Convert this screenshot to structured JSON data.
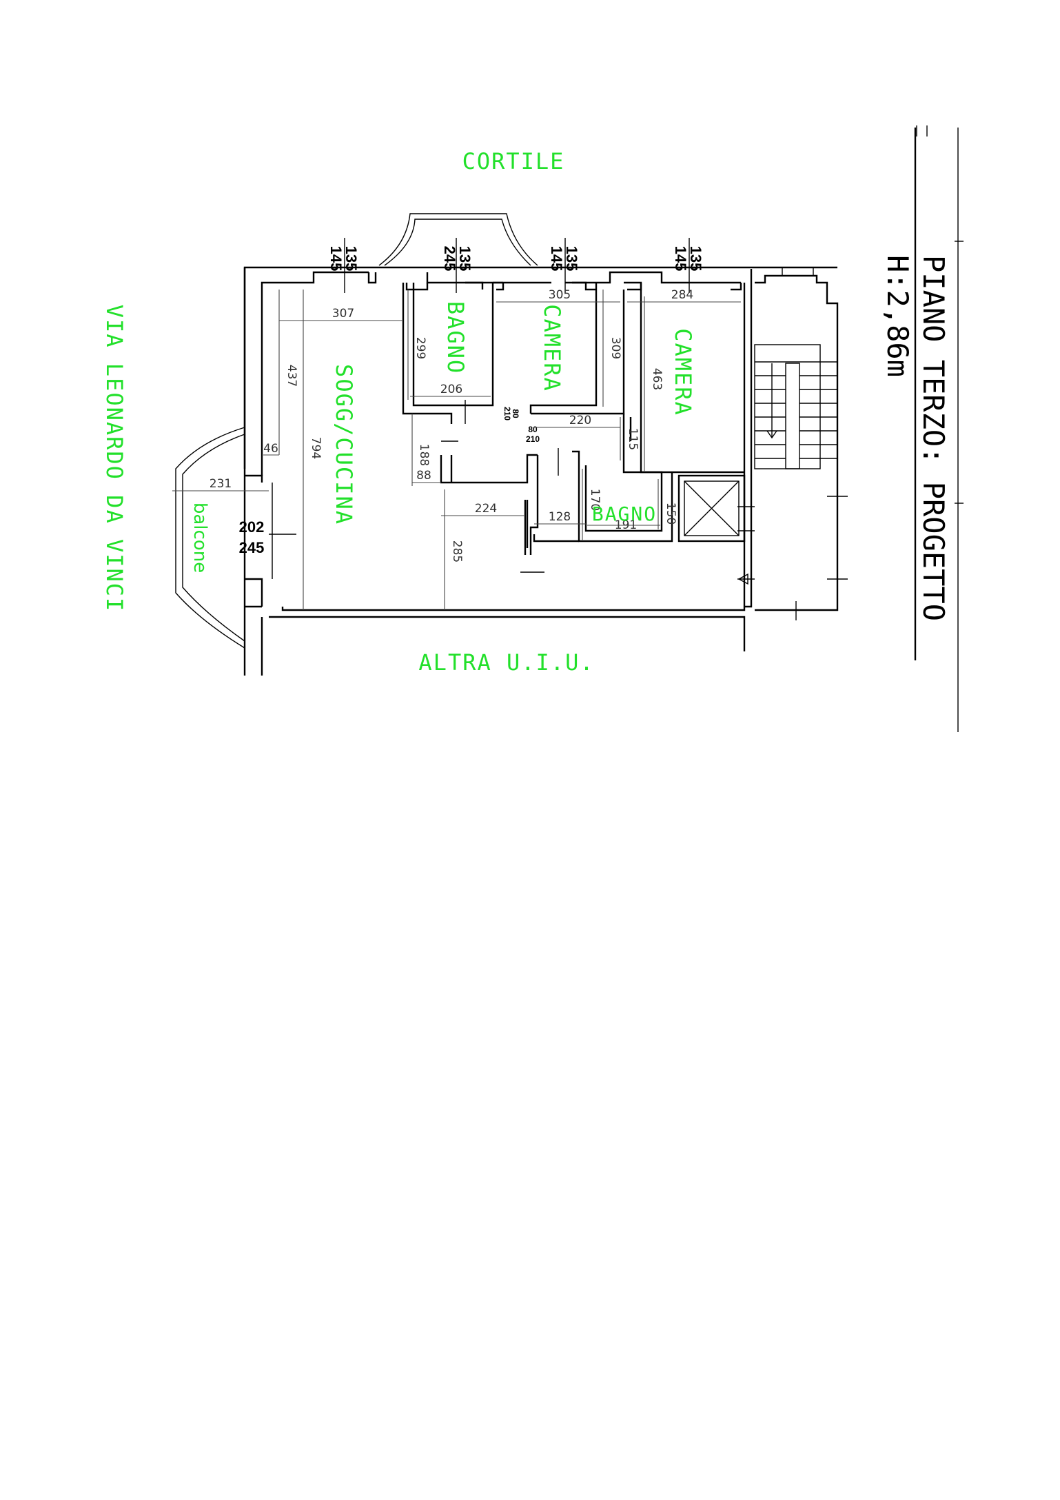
{
  "labels": {
    "cortile": "CORTILE",
    "altra": "ALTRA U.I.U.",
    "via": "VIA LEONARDO DA VINCI",
    "sogg": "SOGG/CUCINA",
    "bagno1": "BAGNO",
    "camera1": "CAMERA",
    "camera2": "CAMERA",
    "bagno2": "BAGNO",
    "balcone": "balcone"
  },
  "title": {
    "line1": "PIANO TERZO: PROGETTO",
    "line2": "H:2,86m"
  },
  "windows": [
    {
      "top": "135",
      "bottom": "145"
    },
    {
      "top": "135",
      "bottom": "245"
    },
    {
      "top": "135",
      "bottom": "145"
    },
    {
      "top": "135",
      "bottom": "145"
    }
  ],
  "balcony_window": {
    "top": "202",
    "bottom": "245"
  },
  "doors": [
    {
      "top": "80",
      "bottom": "210"
    },
    {
      "top": "80",
      "bottom": "210"
    }
  ],
  "dimensions": {
    "d307": "307",
    "d437": "437",
    "d794": "794",
    "d46": "46",
    "d231": "231",
    "d299": "299",
    "d206": "206",
    "d188": "188",
    "d88": "88",
    "d224": "224",
    "d285": "285",
    "d305": "305",
    "d309": "309",
    "d220": "220",
    "d115": "115",
    "d284": "284",
    "d463": "463",
    "d128": "128",
    "d170": "170",
    "d191": "191",
    "d150": "150"
  },
  "colors": {
    "label": "#22e02a",
    "wall": "#000000",
    "dimension": "#444444"
  }
}
